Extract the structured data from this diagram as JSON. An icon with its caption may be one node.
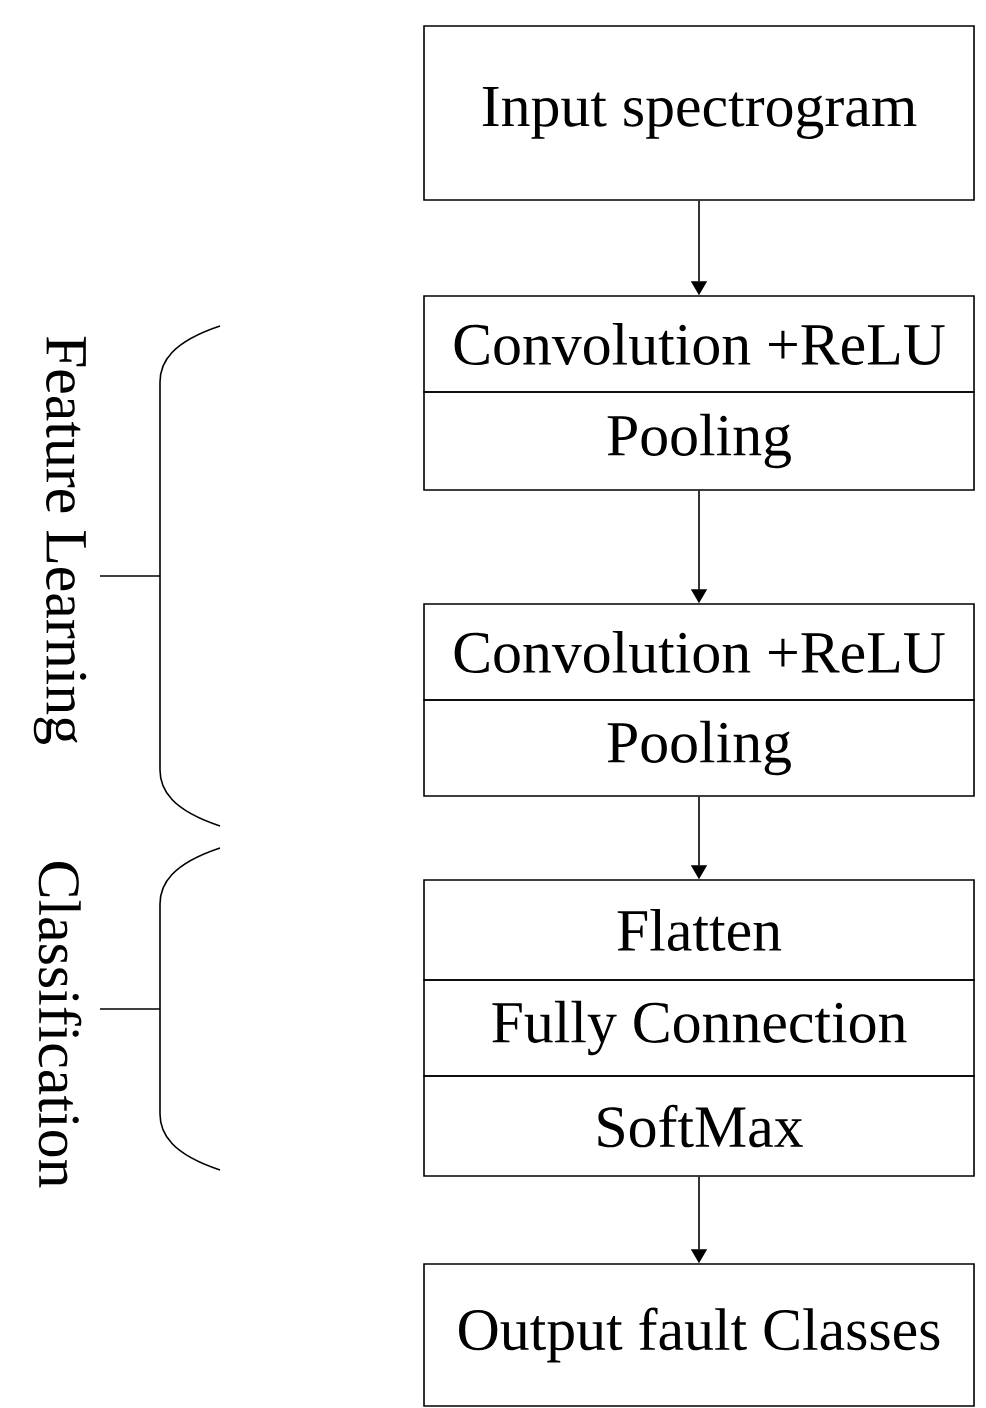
{
  "diagram": {
    "nodes": [
      {
        "text": [
          "Input spectrogram"
        ]
      },
      {
        "text": [
          "Convolution +ReLU"
        ]
      },
      {
        "text": [
          "Pooling"
        ]
      },
      {
        "text": [
          "Convolution +ReLU"
        ]
      },
      {
        "text": [
          "Pooling"
        ]
      },
      {
        "text": [
          "Flatten"
        ]
      },
      {
        "text": [
          "Fully Connection"
        ]
      },
      {
        "text": [
          "SoftMax"
        ]
      },
      {
        "text": [
          "Output fault Classes"
        ]
      }
    ],
    "edges": [
      {
        "from": 0,
        "to": 1,
        "arrow": "to"
      },
      {
        "from": 2,
        "to": 3,
        "arrow": "to"
      },
      {
        "from": 4,
        "to": 5,
        "arrow": "to"
      },
      {
        "from": 7,
        "to": 8,
        "arrow": "to"
      }
    ],
    "labels": [
      "Feature Learning",
      "Classification"
    ]
  }
}
